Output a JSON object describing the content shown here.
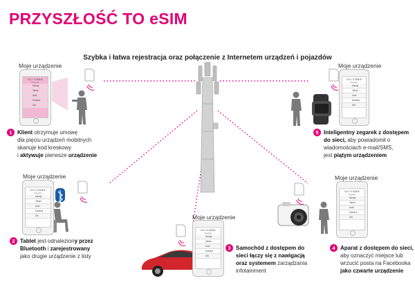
{
  "header": {
    "title": "PRZYSZŁOŚĆ TO eSIM",
    "subtitle": "Szybka i łatwa rejestracja oraz połączenie z Internetem urządzeń i pojazdów"
  },
  "device_label": "Moje urządzenie",
  "phone_screen": {
    "header": "DOJ / STANDE",
    "subheader": "Register",
    "items": [
      "Handy",
      "Tablet",
      "Auto",
      "Kamera",
      "Uhr"
    ]
  },
  "steps": [
    {
      "number": "1",
      "lines": [
        [
          {
            "t": "Klient",
            "b": true
          },
          {
            "t": " otrzymuje umowę",
            "b": false
          }
        ],
        [
          {
            "t": "dla  pięciu urządzeń mobilnych",
            "b": false
          }
        ],
        [
          {
            "t": "skanuje kod kreskowy",
            "b": false
          }
        ],
        [
          {
            "t": "i ",
            "b": false
          },
          {
            "t": "aktywuje",
            "b": true
          },
          {
            "t": " pierwsze ",
            "b": false
          },
          {
            "t": "urządzenie",
            "b": true
          }
        ]
      ]
    },
    {
      "number": "2",
      "lines": [
        [
          {
            "t": "Tablet",
            "b": true
          },
          {
            "t": " jest odnalezion",
            "b": false
          },
          {
            "t": "y przez",
            "b": true
          }
        ],
        [
          {
            "t": "Bluetooth",
            "b": true
          },
          {
            "t": " i ",
            "b": false
          },
          {
            "t": "zarejestrowany",
            "b": true
          }
        ],
        [
          {
            "t": "jako drugie urządzenie z listy",
            "b": false
          }
        ]
      ]
    },
    {
      "number": "3",
      "lines": [
        [
          {
            "t": "Samochód z dostępem do",
            "b": true
          }
        ],
        [
          {
            "t": "sieci łączy się z nawigacją",
            "b": true
          }
        ],
        [
          {
            "t": "oraz systemem",
            "b": true
          },
          {
            "t": " zarządzania",
            "b": false
          }
        ],
        [
          {
            "t": "infotainment",
            "b": false
          }
        ]
      ]
    },
    {
      "number": "4",
      "lines": [
        [
          {
            "t": "Aparat z dostępem do sieci,",
            "b": true
          }
        ],
        [
          {
            "t": "aby oznaczyć miejsce lub",
            "b": false
          }
        ],
        [
          {
            "t": "wrzucić posta na Facebooka",
            "b": false
          }
        ],
        [
          {
            "t": "jako czwarte urządzenie",
            "b": true
          }
        ]
      ]
    },
    {
      "number": "5",
      "lines": [
        [
          {
            "t": "Inteligentny zegarek z dostępem",
            "b": true
          }
        ],
        [
          {
            "t": "do sieci,",
            "b": true
          },
          {
            "t": " aby powiadomił o",
            "b": false
          }
        ],
        [
          {
            "t": "wiadomościach  e-mail/SMS,",
            "b": false
          }
        ],
        [
          {
            "t": "jest ",
            "b": false
          },
          {
            "t": "piątym urządzeniem",
            "b": true
          }
        ]
      ]
    }
  ],
  "colors": {
    "magenta": "#e20074",
    "silhouette": "#7a7a7a",
    "phone_frame": "#d9d9d9",
    "car": "#d0262c"
  },
  "icons": [
    "cell-tower-icon",
    "esim-card-icon",
    "bluetooth-icon",
    "person-silhouette-icon",
    "car-icon",
    "camera-icon",
    "smartwatch-icon",
    "smartphone-icon"
  ]
}
